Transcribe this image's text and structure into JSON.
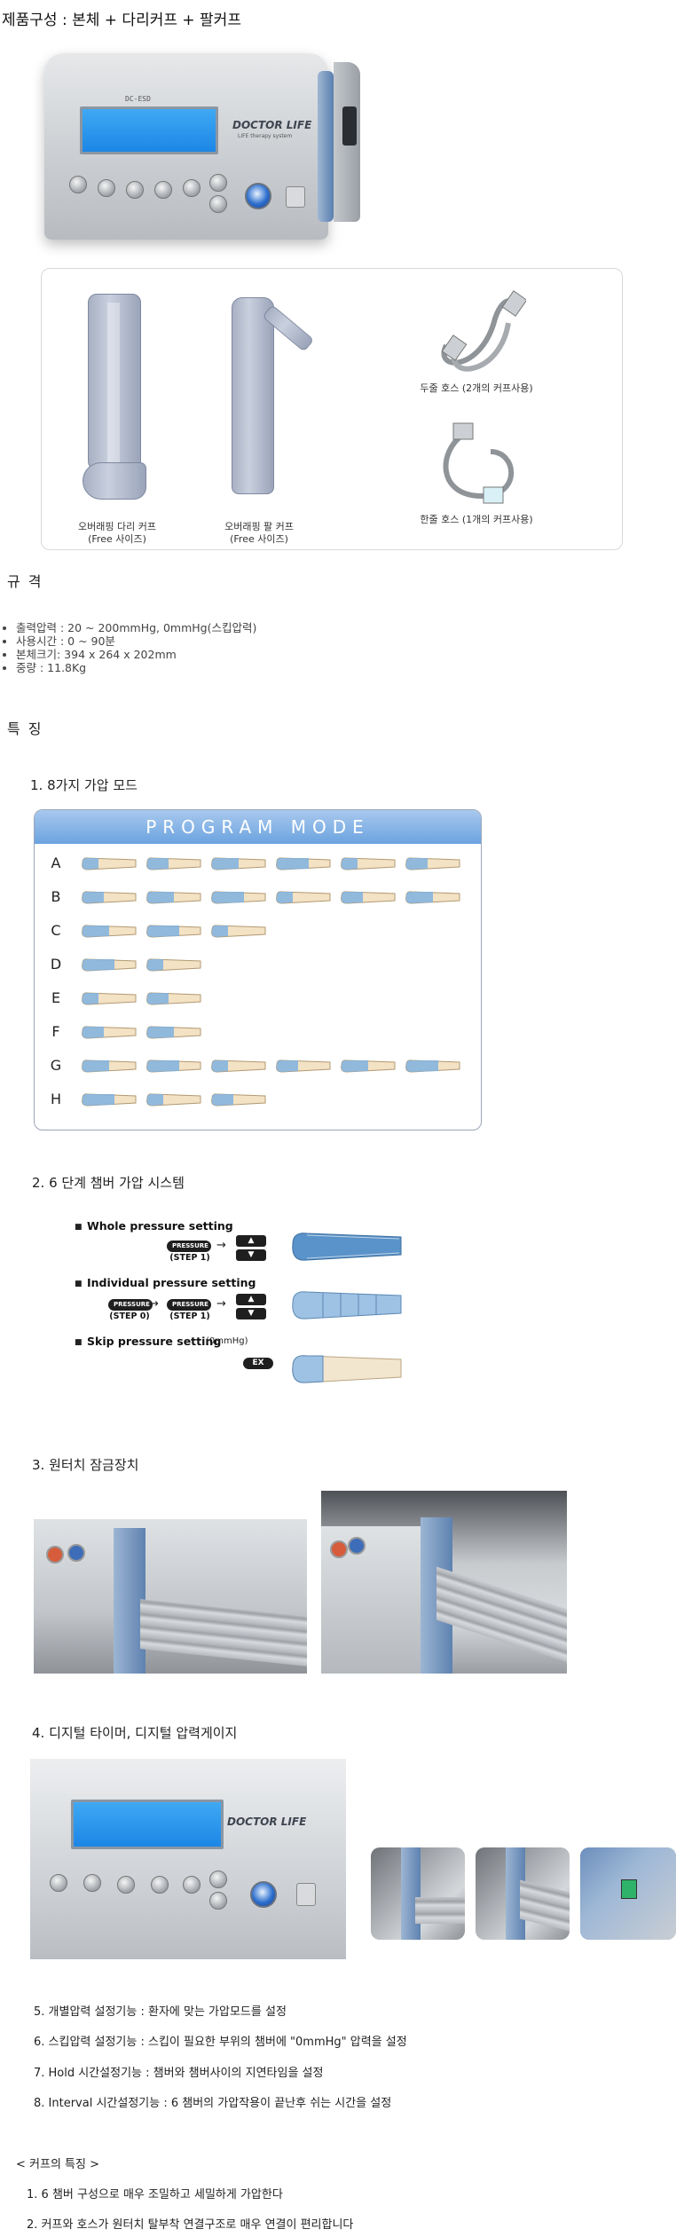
{
  "composition": {
    "title": "제품구성 : 본체 + 다리커프 + 팔커프"
  },
  "device": {
    "lcd_line1": "DC-ESD",
    "brand": "DOCTOR LIFE",
    "brand_sub": "LIFE therapy system"
  },
  "accessories": {
    "leg_cuff": "오버래핑 다리 커프",
    "leg_cuff_size": "(Free 사이즈)",
    "arm_cuff": "오버래핑 팔 커프",
    "arm_cuff_size": "(Free 사이즈)",
    "double_hose": "두줄 호스 (2개의 커프사용)",
    "single_hose": "한줄 호스 (1개의 커프사용)"
  },
  "specs": {
    "title": "규    격",
    "items": [
      "출력압력 : 20 ~ 200mmHg, 0mmHg(스킵압력)",
      "사용시간 : 0 ~ 90분",
      "본체크기: 394 x 264 x 202mm",
      "중량 : 11.8Kg"
    ]
  },
  "features": {
    "title": "특    징"
  },
  "mode_section": {
    "heading": "1. 8가지 가압 모드",
    "box_title": "PROGRAM  MODE",
    "rows": [
      {
        "letter": "A",
        "count": 6
      },
      {
        "letter": "B",
        "count": 6
      },
      {
        "letter": "C",
        "count": 3
      },
      {
        "letter": "D",
        "count": 2
      },
      {
        "letter": "E",
        "count": 2
      },
      {
        "letter": "F",
        "count": 2
      },
      {
        "letter": "G",
        "count": 6
      },
      {
        "letter": "H",
        "count": 3
      }
    ]
  },
  "chamber_section": {
    "heading": "2. 6 단계 챔버 가압 시스템",
    "whole": "Whole pressure setting",
    "individual": "Individual pressure setting",
    "skip": "Skip pressure setting",
    "skip_unit": "(0mmHg)",
    "pressure_label": "PRESSURE",
    "step0": "(STEP 0)",
    "step1": "(STEP 1)",
    "ex": "EX"
  },
  "touch_section": {
    "heading": "3. 원터치 잠금장치"
  },
  "digital_section": {
    "heading": "4. 디지털 타이머, 디지털 압력게이지"
  },
  "feature_list": [
    "5. 개별압력 설정기능 : 환자에 맞는 가압모드를 설정",
    "6. 스킵압력 설정기능 : 스킵이 필요한 부위의 챔버에 \"0mmHg\" 압력을 설정",
    "7. Hold 시간설정기능 : 챔버와 챔버사이의 지연타임을 설정",
    "8.  Interval 시간설정기능 : 6 챔버의 가압작용이 끝난후 쉬는 시간을 설정"
  ],
  "cuff_section": {
    "title": "< 커프의 특징 >",
    "items": [
      "1. 6 챔버 구성으로 매우 조밀하고 세밀하게 가압한다",
      "2. 커프와 호스가 원터치 탈부착 연결구조로 매우 연결이 편리합니다"
    ]
  },
  "colors": {
    "accent_blue": "#6ba3df",
    "lcd_blue": "#1c86e6"
  }
}
